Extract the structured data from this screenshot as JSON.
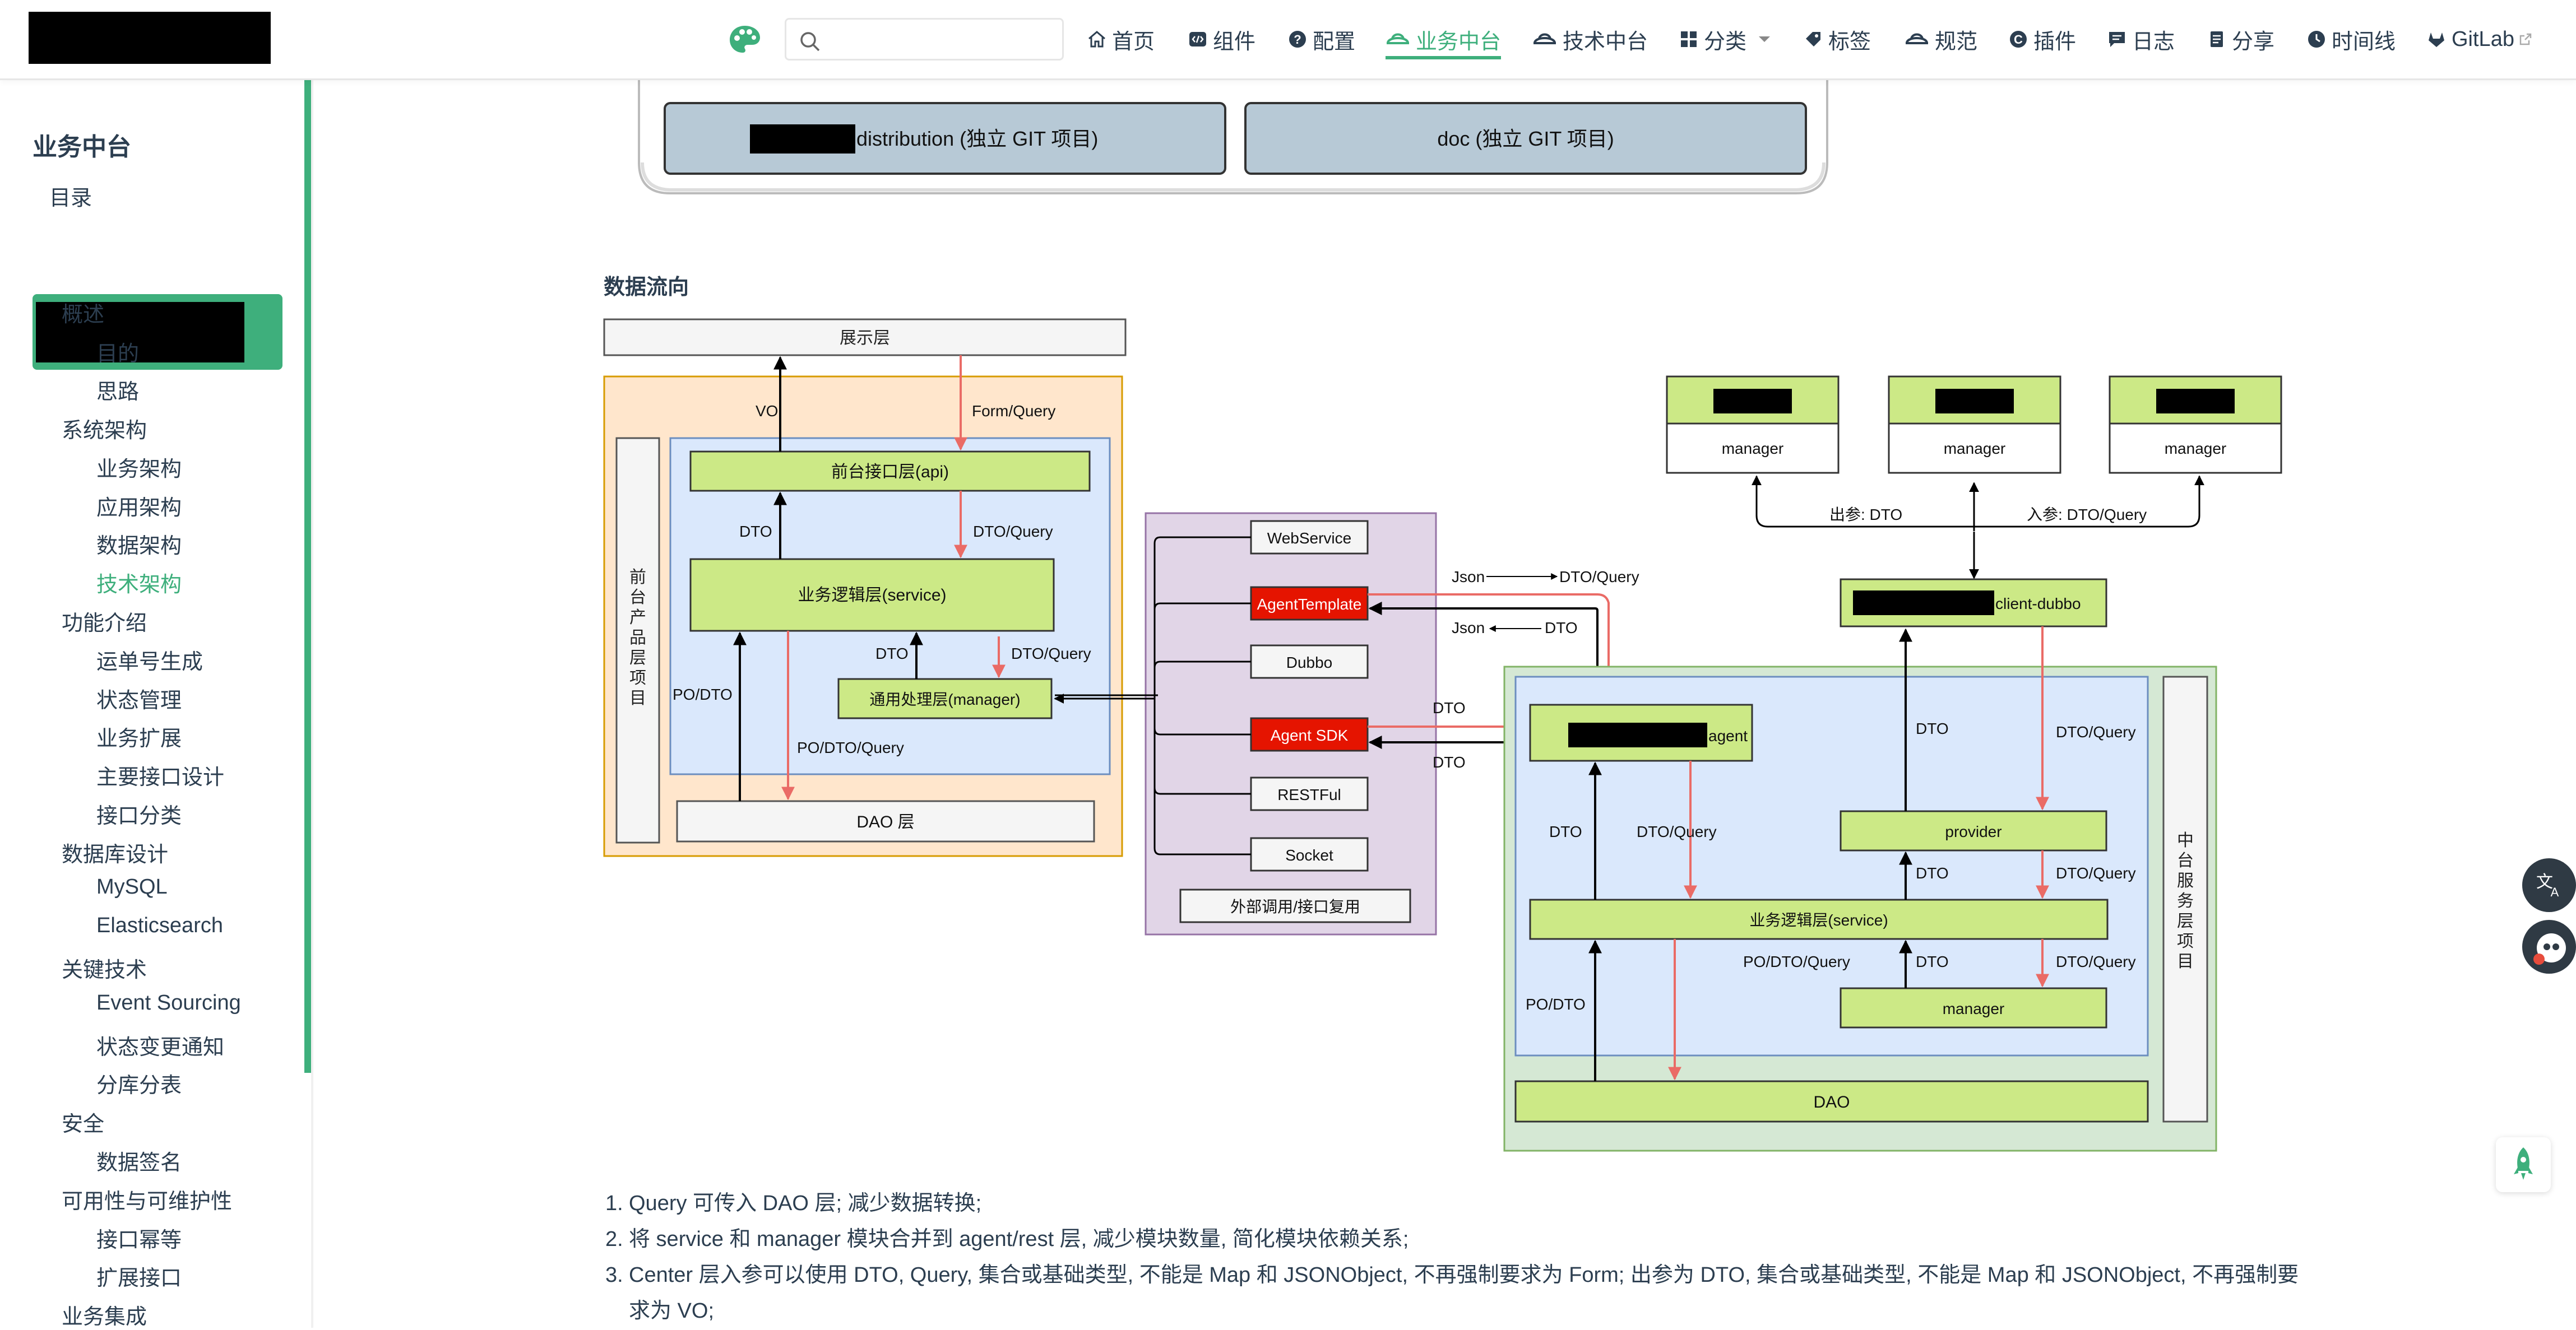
{
  "nav": {
    "search_placeholder": "",
    "items": [
      {
        "label": "首页",
        "icon": "home-icon"
      },
      {
        "label": "组件",
        "icon": "code-icon"
      },
      {
        "label": "配置",
        "icon": "question-icon"
      },
      {
        "label": "业务中台",
        "icon": "cloud-hat-icon"
      },
      {
        "label": "技术中台",
        "icon": "cloud-hat-icon"
      },
      {
        "label": "分类",
        "icon": "grid-icon"
      },
      {
        "label": "标签",
        "icon": "tag-icon"
      },
      {
        "label": "规范",
        "icon": "cloud-hat-icon"
      },
      {
        "label": "插件",
        "icon": "c-circle-icon"
      },
      {
        "label": "日志",
        "icon": "message-icon"
      },
      {
        "label": "分享",
        "icon": "document-icon"
      },
      {
        "label": "时间线",
        "icon": "clock-icon"
      },
      {
        "label": "GitLab",
        "icon": "gitlab-icon"
      }
    ],
    "active": "业务中台",
    "accent": "#3eaf7c"
  },
  "sidebar": {
    "title": "业务中台",
    "toc": "目录",
    "items": [
      {
        "label": "概述",
        "level": 1
      },
      {
        "label": "目的",
        "level": 2
      },
      {
        "label": "思路",
        "level": 2
      },
      {
        "label": "系统架构",
        "level": 1
      },
      {
        "label": "业务架构",
        "level": 2
      },
      {
        "label": "应用架构",
        "level": 2
      },
      {
        "label": "数据架构",
        "level": 2
      },
      {
        "label": "技术架构",
        "level": 2,
        "active": true
      },
      {
        "label": "功能介绍",
        "level": 1
      },
      {
        "label": "运单号生成",
        "level": 2
      },
      {
        "label": "状态管理",
        "level": 2
      },
      {
        "label": "业务扩展",
        "level": 2
      },
      {
        "label": "主要接口设计",
        "level": 2
      },
      {
        "label": "接口分类",
        "level": 2
      },
      {
        "label": "数据库设计",
        "level": 1
      },
      {
        "label": "MySQL",
        "level": 2
      },
      {
        "label": "Elasticsearch",
        "level": 2
      },
      {
        "label": "关键技术",
        "level": 1
      },
      {
        "label": "Event Sourcing",
        "level": 2
      },
      {
        "label": "状态变更通知",
        "level": 2
      },
      {
        "label": "分库分表",
        "level": 2
      },
      {
        "label": "安全",
        "level": 1
      },
      {
        "label": "数据签名",
        "level": 2
      },
      {
        "label": "可用性与可维护性",
        "level": 1
      },
      {
        "label": "接口幂等",
        "level": 2
      },
      {
        "label": "扩展接口",
        "level": 2
      },
      {
        "label": "业务集成",
        "level": 1
      }
    ]
  },
  "content": {
    "top_diagram": {
      "box_left": "distribution (独立 GIT 项目)",
      "box_right": "doc (独立 GIT 项目)"
    },
    "section_title": "数据流向",
    "diagram": {
      "display_layer": "展示层",
      "front_project": "前台产品层项目",
      "api_layer": "前台接口层(api)",
      "service_layer": "业务逻辑层(service)",
      "manager_layer": "通用处理层(manager)",
      "dao_layer": "DAO 层",
      "vo": "VO",
      "form_query": "Form/Query",
      "dto": "DTO",
      "dto_query": "DTO/Query",
      "po_dto": "PO/DTO",
      "po_dto_query": "PO/DTO/Query",
      "webservice": "WebService",
      "agent_template": "AgentTemplate",
      "dubbo": "Dubbo",
      "agent_sdk": "Agent SDK",
      "restful": "RESTFul",
      "socket": "Socket",
      "external": "外部调用/接口复用",
      "json": "Json",
      "manager": "manager",
      "out_param": "出参: DTO",
      "in_param": "入参: DTO/Query",
      "client_dubbo": "client-dubbo",
      "agent": "agent",
      "provider": "provider",
      "dao": "DAO",
      "middle_project": "中台服务层项目",
      "colors": {
        "green_box": "#cce986",
        "blue_panel": "#dae8fc",
        "orange_panel": "#ffe6cc",
        "purple_panel": "#e1d5e7",
        "green_panel": "#d5e8d4",
        "red_box": "#e51400",
        "red_arrow": "#ea6b66"
      }
    },
    "notes": [
      "Query 可传入 DAO 层; 减少数据转换;",
      "将 service 和 manager 模块合并到 agent/rest 层, 减少模块数量, 简化模块依赖关系;",
      "Center 层入参可以使用 DTO, Query, 集合或基础类型, 不能是 Map 和 JSONObject, 不再强制要求为 Form; 出参为 DTO, 集合或基础类型, 不能是 Map 和 JSONObject, 不再强制要求为 VO;"
    ]
  }
}
